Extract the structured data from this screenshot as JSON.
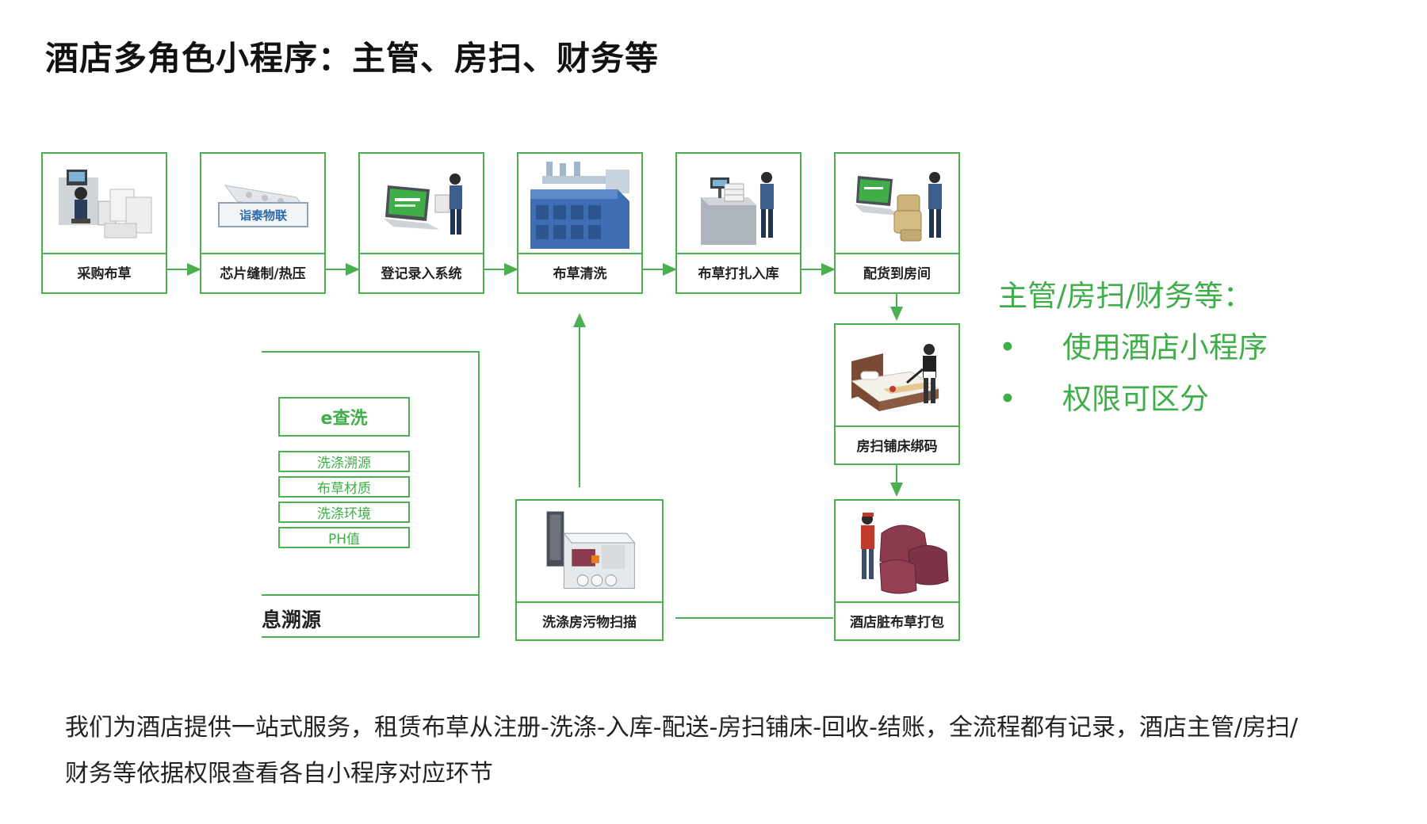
{
  "title": "酒店多角色小程序：主管、房扫、财务等",
  "steps": [
    {
      "label": "采购布草",
      "icon": "purchase-icon"
    },
    {
      "label": "芯片缝制/热压",
      "icon": "chip-sewing-icon",
      "brand": "诣泰物联"
    },
    {
      "label": "登记录入系统",
      "icon": "register-system-icon"
    },
    {
      "label": "布草清洗",
      "icon": "washing-machine-icon"
    },
    {
      "label": "布草打扎入库",
      "icon": "warehouse-icon"
    },
    {
      "label": "配货到房间",
      "icon": "delivery-icon"
    },
    {
      "label": "房扫铺床绑码",
      "icon": "bed-making-icon"
    },
    {
      "label": "酒店脏布草打包",
      "icon": "packing-icon"
    },
    {
      "label": "洗涤房污物扫描",
      "icon": "scanning-icon"
    }
  ],
  "trace_panel": {
    "title": "e查洗",
    "items": [
      "洗涤溯源",
      "布草材质",
      "洗涤环境",
      "PH值"
    ],
    "footer": "息溯源"
  },
  "roles": {
    "title": "主管/房扫/财务等：",
    "bullet_symbol": "•",
    "items": [
      "使用酒店小程序",
      "权限可区分"
    ]
  },
  "description": "我们为酒店提供一站式服务，租赁布草从注册-洗涤-入库-配送-房扫铺床-回收-结账，全流程都有记录，酒店主管/房扫/财务等依据权限查看各自小程序对应环节",
  "colors": {
    "accent": "#4caf50",
    "accent_text": "#3fae49"
  }
}
